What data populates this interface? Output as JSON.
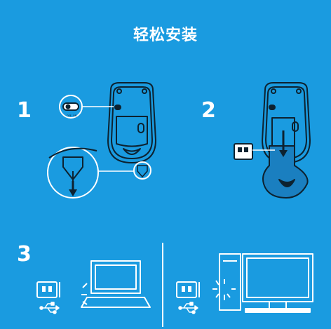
{
  "title": "轻松安装",
  "steps": [
    {
      "number": "1"
    },
    {
      "number": "2"
    },
    {
      "number": "3"
    }
  ],
  "labels": {
    "switch_off": "OFF",
    "switch_on": "ON"
  },
  "colors": {
    "background": "#1a9be0",
    "line": "#ffffff",
    "dark": "#0d2230",
    "battery_cover": "#1a7fc0"
  }
}
